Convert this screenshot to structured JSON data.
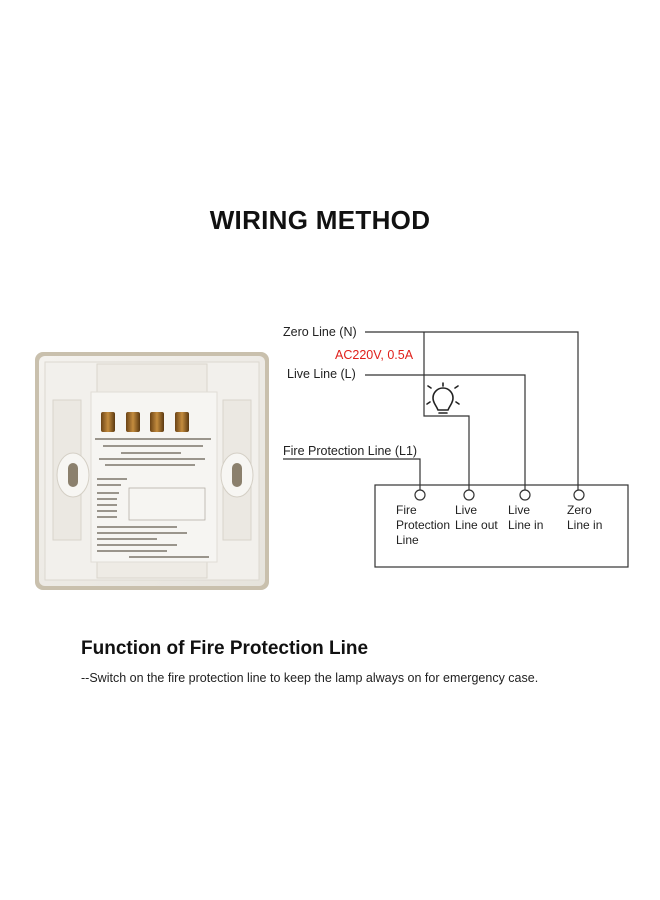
{
  "title": "WIRING METHOD",
  "diagram": {
    "lines": {
      "zero": "Zero Line (N)",
      "rating": "AC220V, 0.5A",
      "live": "Live Line (L)",
      "fire": "Fire Protection Line (L1)"
    },
    "terminals": [
      {
        "label": "Fire\nProtection\nLine"
      },
      {
        "label": "Live\nLine out"
      },
      {
        "label": "Live\nLine in"
      },
      {
        "label": "Zero\nLine in"
      }
    ],
    "icons": {
      "lamp": "light-bulb-icon"
    },
    "colors": {
      "rating": "#e0201b",
      "line": "#333333"
    }
  },
  "product_image": {
    "description": "Back of white wall switch module with four brass screw terminals"
  },
  "function": {
    "title": "Function of Fire Protection Line",
    "description": "--Switch on the fire protection line to keep the lamp always on for emergency case."
  }
}
